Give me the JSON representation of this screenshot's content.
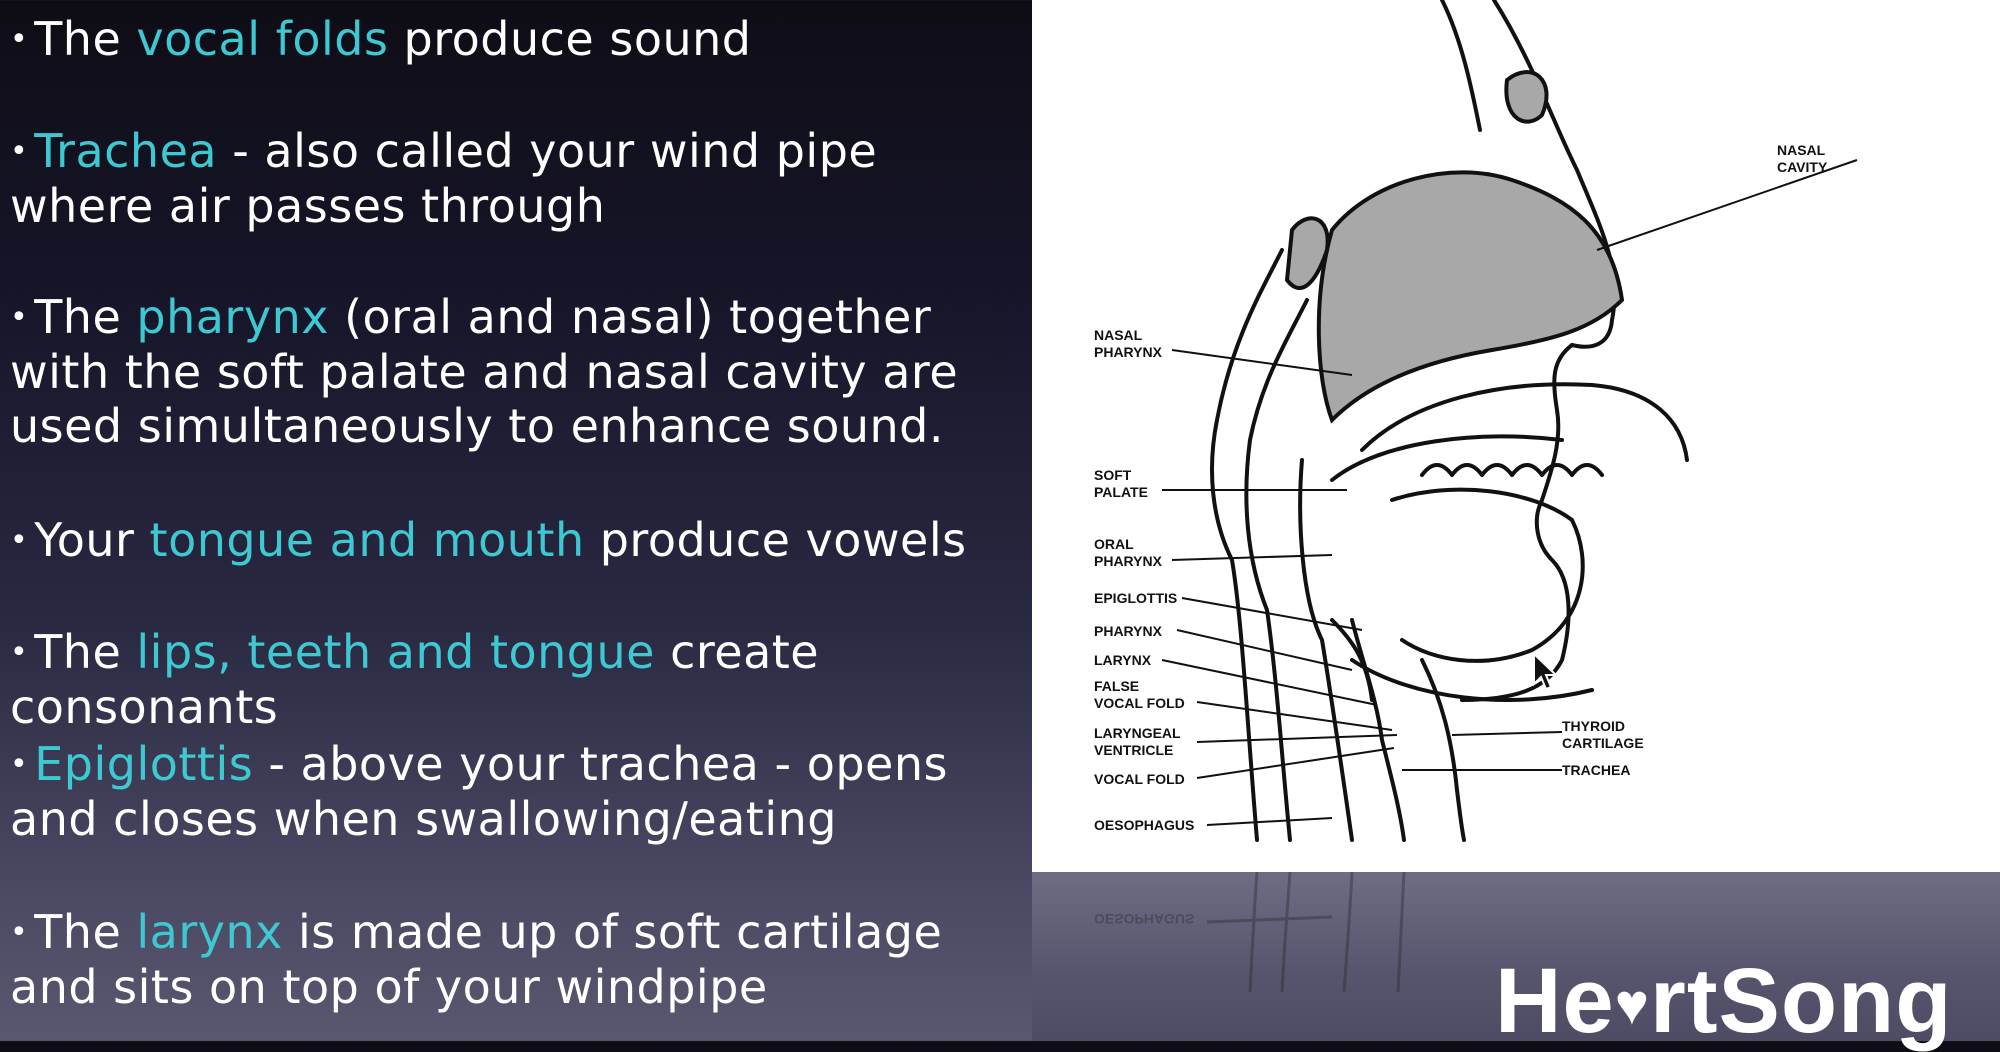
{
  "bullets": [
    {
      "pre": "The ",
      "hl": "vocal folds",
      "post": " produce sound"
    },
    {
      "pre": "",
      "hl": "Trachea",
      "post": " - also called your wind pipe where air passes through"
    },
    {
      "pre": "The ",
      "hl": "pharynx",
      "post": " (oral and nasal) together with the soft palate and nasal cavity are used simultaneously to enhance sound."
    },
    {
      "pre": "Your ",
      "hl": "tongue and mouth",
      "post": " produce vowels"
    },
    {
      "pre": "The ",
      "hl": "lips, teeth and tongue",
      "post": " create consonants"
    },
    {
      "pre": "",
      "hl": "Epiglottis",
      "post": " - above your trachea - opens and closes when swallowing/eating"
    },
    {
      "pre": "The ",
      "hl": "larynx",
      "post": " is made up of soft cartilage and sits on top of your windpipe"
    }
  ],
  "diagram": {
    "labels": {
      "nasal_cavity_1": "NASAL",
      "nasal_cavity_2": "CAVITY",
      "nasal_pharynx_1": "NASAL",
      "nasal_pharynx_2": "PHARYNX",
      "soft_palate_1": "SOFT",
      "soft_palate_2": "PALATE",
      "oral_pharynx_1": "ORAL",
      "oral_pharynx_2": "PHARYNX",
      "epiglottis": "EPIGLOTTIS",
      "pharynx": "PHARYNX",
      "larynx": "LARYNX",
      "false_vocal_fold_1": "FALSE",
      "false_vocal_fold_2": "VOCAL FOLD",
      "laryngeal_ventricle_1": "LARYNGEAL",
      "laryngeal_ventricle_2": "VENTRICLE",
      "vocal_fold": "VOCAL FOLD",
      "oesophagus": "OESOPHAGUS",
      "thyroid_cartilage_1": "THYROID",
      "thyroid_cartilage_2": "CARTILAGE",
      "trachea": "TRACHEA"
    },
    "reflection_label": "OESOPHAGUS"
  },
  "logo": {
    "part1": "He",
    "heart": "♥",
    "part2": "rtSong"
  },
  "colors": {
    "highlight": "#3ec8d2",
    "text": "#ffffff",
    "cavity_fill": "#a8a8a8"
  }
}
